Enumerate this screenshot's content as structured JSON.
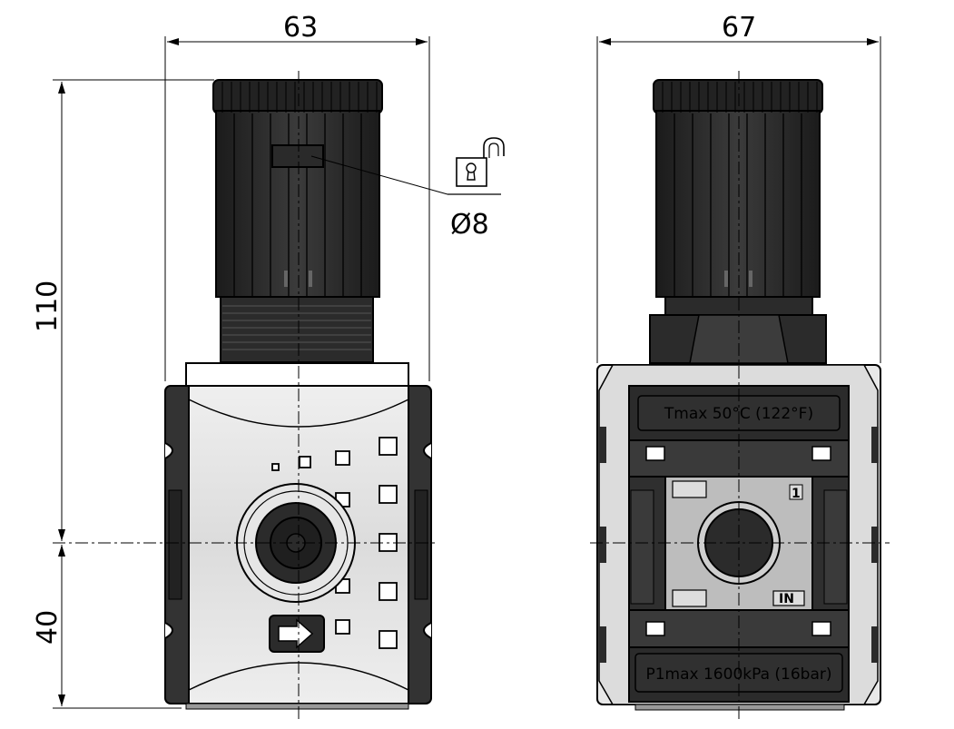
{
  "dimensions": {
    "front_width": "63",
    "side_width": "67",
    "total_height": "110",
    "lower_height": "40",
    "lock_hole": "Ø8"
  },
  "labels": {
    "temperature": "Tmax 50°C (122°F)",
    "pressure": "P1max 1600kPa (16bar)",
    "port_in": "IN",
    "port_number": "1"
  },
  "icons": {
    "lock": "padlock-open-icon",
    "flow": "arrow-right-icon"
  },
  "colors": {
    "dark": "#3a3a3a",
    "darker": "#1f1f1f",
    "light": "#dedede",
    "mid": "#bdbdbd",
    "line": "#000000"
  }
}
